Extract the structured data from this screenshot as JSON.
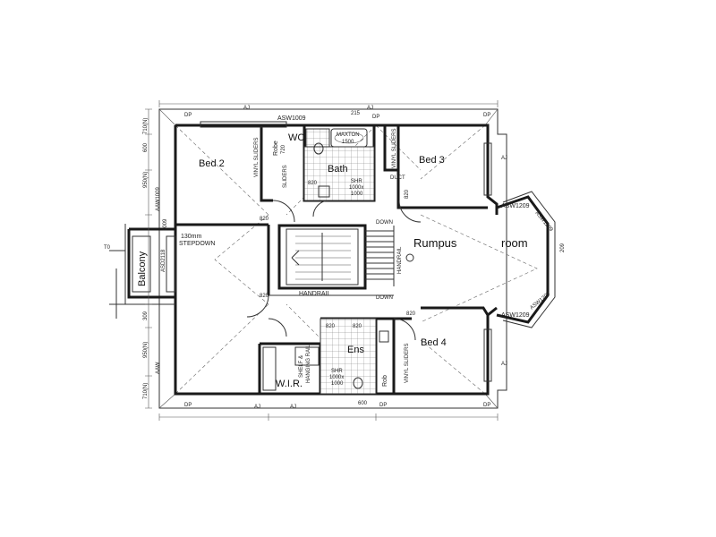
{
  "rooms": {
    "bed2": "Bed 2",
    "bed3": "Bed 3",
    "bed4": "Bed 4",
    "bath": "Bath",
    "wc": "WC",
    "robe": "Robe",
    "ens": "Ens",
    "wir": "W.I.R.",
    "rob": "Rob",
    "rumpus": "Rumpus",
    "room": "room",
    "balcony": "Balcony"
  },
  "windows": {
    "top": "ASW1009",
    "right_top": "ASW1209",
    "right_bottom": "ASW1209",
    "bay_top": "ASW1209",
    "bay_bottom": "ASW1209",
    "balcony_door": "ASD2118",
    "left_top": "AAW1009"
  },
  "dimensions": {
    "top_215": "215",
    "bay_209": "209",
    "left_710_top": "710(N)",
    "left_600_top": "600",
    "left_950_top": "950(N)",
    "left_309": "309",
    "left_950_bottom": "950(N)",
    "left_710_bottom": "710(N)",
    "left_aaw": "AAW",
    "bottom_600": "600",
    "left_1009": "1009",
    "left_t0": "T0"
  },
  "labels": {
    "stepdown_1": "130mm",
    "stepdown_2": "STEPDOWN",
    "handrail_h": "HANDRAIL",
    "handrail_v": "HANDRAIL",
    "down_top": "DOWN",
    "down_bottom": "DOWN",
    "duct": "DUCT",
    "vinyl_bed2": "VINYL SLIDERS",
    "vinyl_bed3": "VINYL SLIDERS",
    "vinyl_bed4": "VINYL SLIDERS",
    "sliders": "SLIDERS",
    "shr_top_1": "SHR",
    "shr_top_2": "1000x",
    "shr_top_3": "1000",
    "shr_ens_1": "SHR",
    "shr_ens_2": "1000x",
    "shr_ens_3": "1000",
    "bath_tub": "MAXTON",
    "bath_size": "1500",
    "shelf_1": "SHELF &",
    "shelf_2": "HANGING RAIL",
    "dp": "DP",
    "aj": "AJ",
    "door_820_a": "820",
    "door_820_b": "820",
    "door_820_c": "820",
    "door_820_d": "820",
    "door_820_e": "820",
    "door_820_f": "820",
    "door_820_g": "820",
    "door_720": "720"
  }
}
